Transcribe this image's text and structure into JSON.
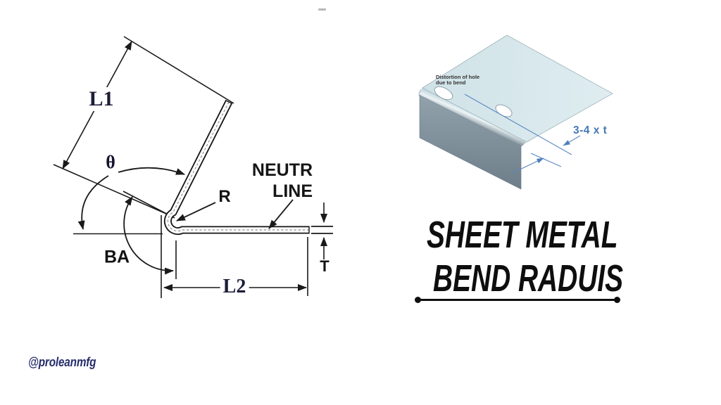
{
  "bend_diagram": {
    "labels": {
      "l1": "L1",
      "theta": "θ",
      "ba": "BA",
      "r": "R",
      "l2": "L2",
      "t": "T",
      "neutral_line_1": "NEUTR",
      "neutral_line_2": "LINE"
    },
    "line_color": "#1a1a1a",
    "serif_label_color": "#1c1c38"
  },
  "bracket_illustration": {
    "annotation": {
      "line1": "Distortion of hole",
      "line2": "due to bend"
    },
    "bend_zone_dimension": "3-4 x t",
    "colors": {
      "top_face": "#d7e7ea",
      "front_face": "#7e909b",
      "annotation_blue": "#4577b5"
    }
  },
  "title": {
    "line1": "SHEET METAL",
    "line2": "BEND RADUIS"
  },
  "watermark": {
    "handle": "@proleanmfg",
    "color": "#272e6b"
  }
}
